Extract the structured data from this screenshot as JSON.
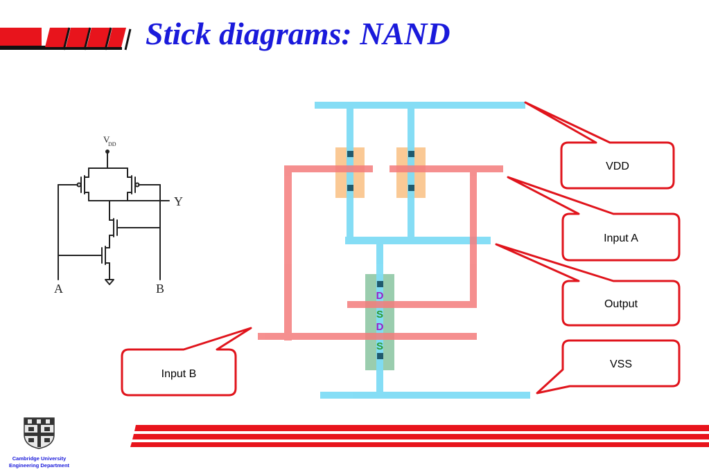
{
  "slide": {
    "title": "Stick diagrams: NAND"
  },
  "schematic": {
    "vdd_label": "V",
    "vdd_subscript": "DD",
    "output_label": "Y",
    "input_a_label": "A",
    "input_b_label": "B"
  },
  "stick": {
    "terminal_top": "D",
    "terminal_2": "S",
    "terminal_3": "D",
    "terminal_bottom": "S",
    "colors": {
      "metal": "#7fdcf5",
      "poly": "#f47c7c",
      "p_diffusion": "#f9c38a",
      "n_diffusion": "#8fc8a5",
      "contact": "#1f5a6e",
      "drain_text": "#9b1fc4",
      "source_text": "#2e9a2e"
    }
  },
  "callouts": {
    "vdd": "VDD",
    "input_a": "Input A",
    "output": "Output",
    "vss": "VSS",
    "input_b": "Input B",
    "border_color": "#e0141c"
  },
  "footer": {
    "institution_line1": "Cambridge University",
    "institution_line2": "Engineering Department"
  }
}
